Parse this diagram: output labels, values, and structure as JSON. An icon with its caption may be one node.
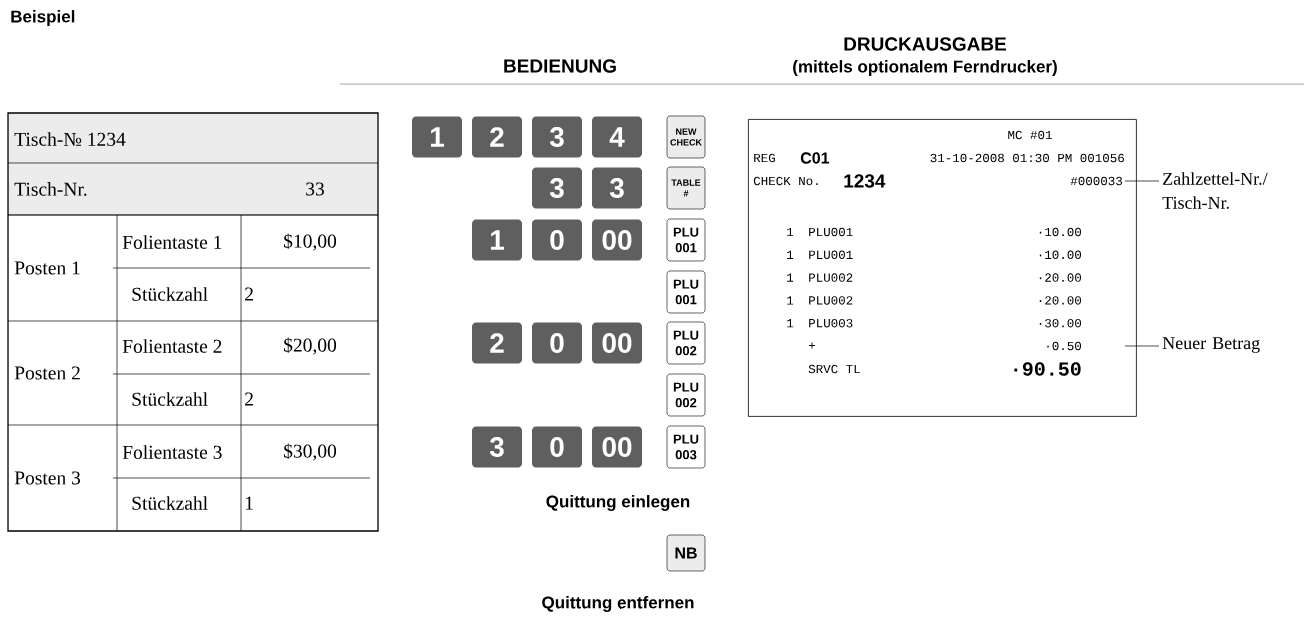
{
  "diagram": {
    "title": "Beispiel",
    "nodes": [
      {
        "text": [
          "1"
        ]
      },
      {
        "text": [
          "2"
        ]
      },
      {
        "text": [
          "3"
        ]
      },
      {
        "text": [
          "4"
        ]
      },
      {
        "text": [
          "NEW CHECK"
        ]
      },
      {
        "text": [
          "3"
        ]
      },
      {
        "text": [
          "3"
        ]
      },
      {
        "text": [
          "TABLE #"
        ]
      },
      {
        "text": [
          "1"
        ]
      },
      {
        "text": [
          "0"
        ]
      },
      {
        "text": [
          "00"
        ]
      },
      {
        "text": [
          "PLU 001"
        ]
      },
      {
        "text": [
          "PLU 001"
        ]
      },
      {
        "text": [
          "2"
        ]
      },
      {
        "text": [
          "0"
        ]
      },
      {
        "text": [
          "00"
        ]
      },
      {
        "text": [
          "PLU 002"
        ]
      },
      {
        "text": [
          "PLU 002"
        ]
      },
      {
        "text": [
          "3"
        ]
      },
      {
        "text": [
          "0"
        ]
      },
      {
        "text": [
          "00"
        ]
      },
      {
        "text": [
          "PLU 003"
        ]
      },
      {
        "text": [
          "NB"
        ]
      },
      {
        "text": [
          "MC #01",
          "REG",
          "C01",
          "31-10-2008 01:30 PM 001056",
          "CHECK No.",
          "1234",
          "#000033",
          "1",
          "PLU001",
          "·10.00",
          "1",
          "PLU001",
          "·10.00",
          "1",
          "PLU002",
          "·20.00",
          "1",
          "PLU002",
          "·20.00",
          "1",
          "PLU003",
          "·30.00",
          "+",
          "·0.50",
          "SRVC TL",
          "·90.50"
        ]
      },
      {
        "text": [
          "Zahlzettel-Nr./ Tisch-Nr."
        ]
      },
      {
        "text": [
          "Neuer Betrag"
        ]
      }
    ],
    "edges": [
      {
        "from": 24,
        "to": 23,
        "arrow": "none"
      },
      {
        "from": 25,
        "to": 23,
        "arrow": "none"
      }
    ],
    "labels": [
      "BEDIENUNG",
      "DRUCKAUSGABE",
      "(mittels optionalem Ferndrucker)",
      "Tisch-№ 1234",
      "Tisch-Nr.",
      "33",
      "Posten 1",
      "Folientaste 1",
      "$10,00",
      "Stückzahl",
      "2",
      "Posten 2",
      "Folientaste 2",
      "$20,00",
      "Stückzahl",
      "2",
      "Posten 3",
      "Folientaste 3",
      "$30,00",
      "Stückzahl",
      "1",
      "Quittung einlegen",
      "Quittung entfernen"
    ]
  }
}
